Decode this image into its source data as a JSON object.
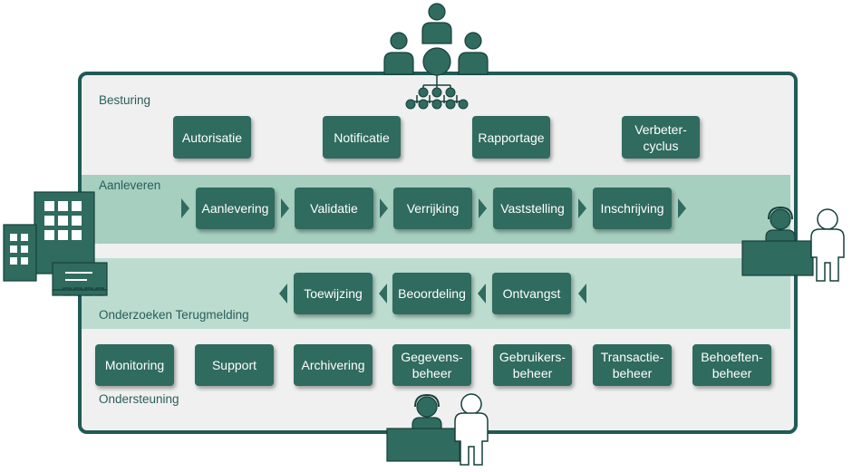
{
  "sections": {
    "besturing": "Besturing",
    "aanleveren": "Aanleveren",
    "onderzoeken": "Onderzoeken Terugmelding",
    "ondersteuning": "Ondersteuning"
  },
  "besturing_items": [
    "Autorisatie",
    "Notificatie",
    "Rapportage",
    "Verbeter-\ncyclus"
  ],
  "aanleveren_items": [
    "Aanlevering",
    "Validatie",
    "Verrijking",
    "Vaststelling",
    "Inschrijving"
  ],
  "terugmelding_items": [
    "Toewijzing",
    "Beoordeling",
    "Ontvangst"
  ],
  "ondersteuning_items": [
    "Monitoring",
    "Support",
    "Archivering",
    "Gegevens-\nbeheer",
    "Gebruikers-\nbeheer",
    "Transactie-\nbeheer",
    "Behoeften-\nbeheer"
  ],
  "icons": {
    "top": "organization-hierarchy-icon",
    "left": "office-building-icon",
    "right": "helpdesk-icon",
    "bottom": "service-desk-icon"
  },
  "colors": {
    "box": "#2f6b5e",
    "frame": "#1f5a55",
    "band_aanleveren": "#a6cfc0",
    "band_terugmelding": "#bcdcd0",
    "background": "#f0f0f0"
  }
}
